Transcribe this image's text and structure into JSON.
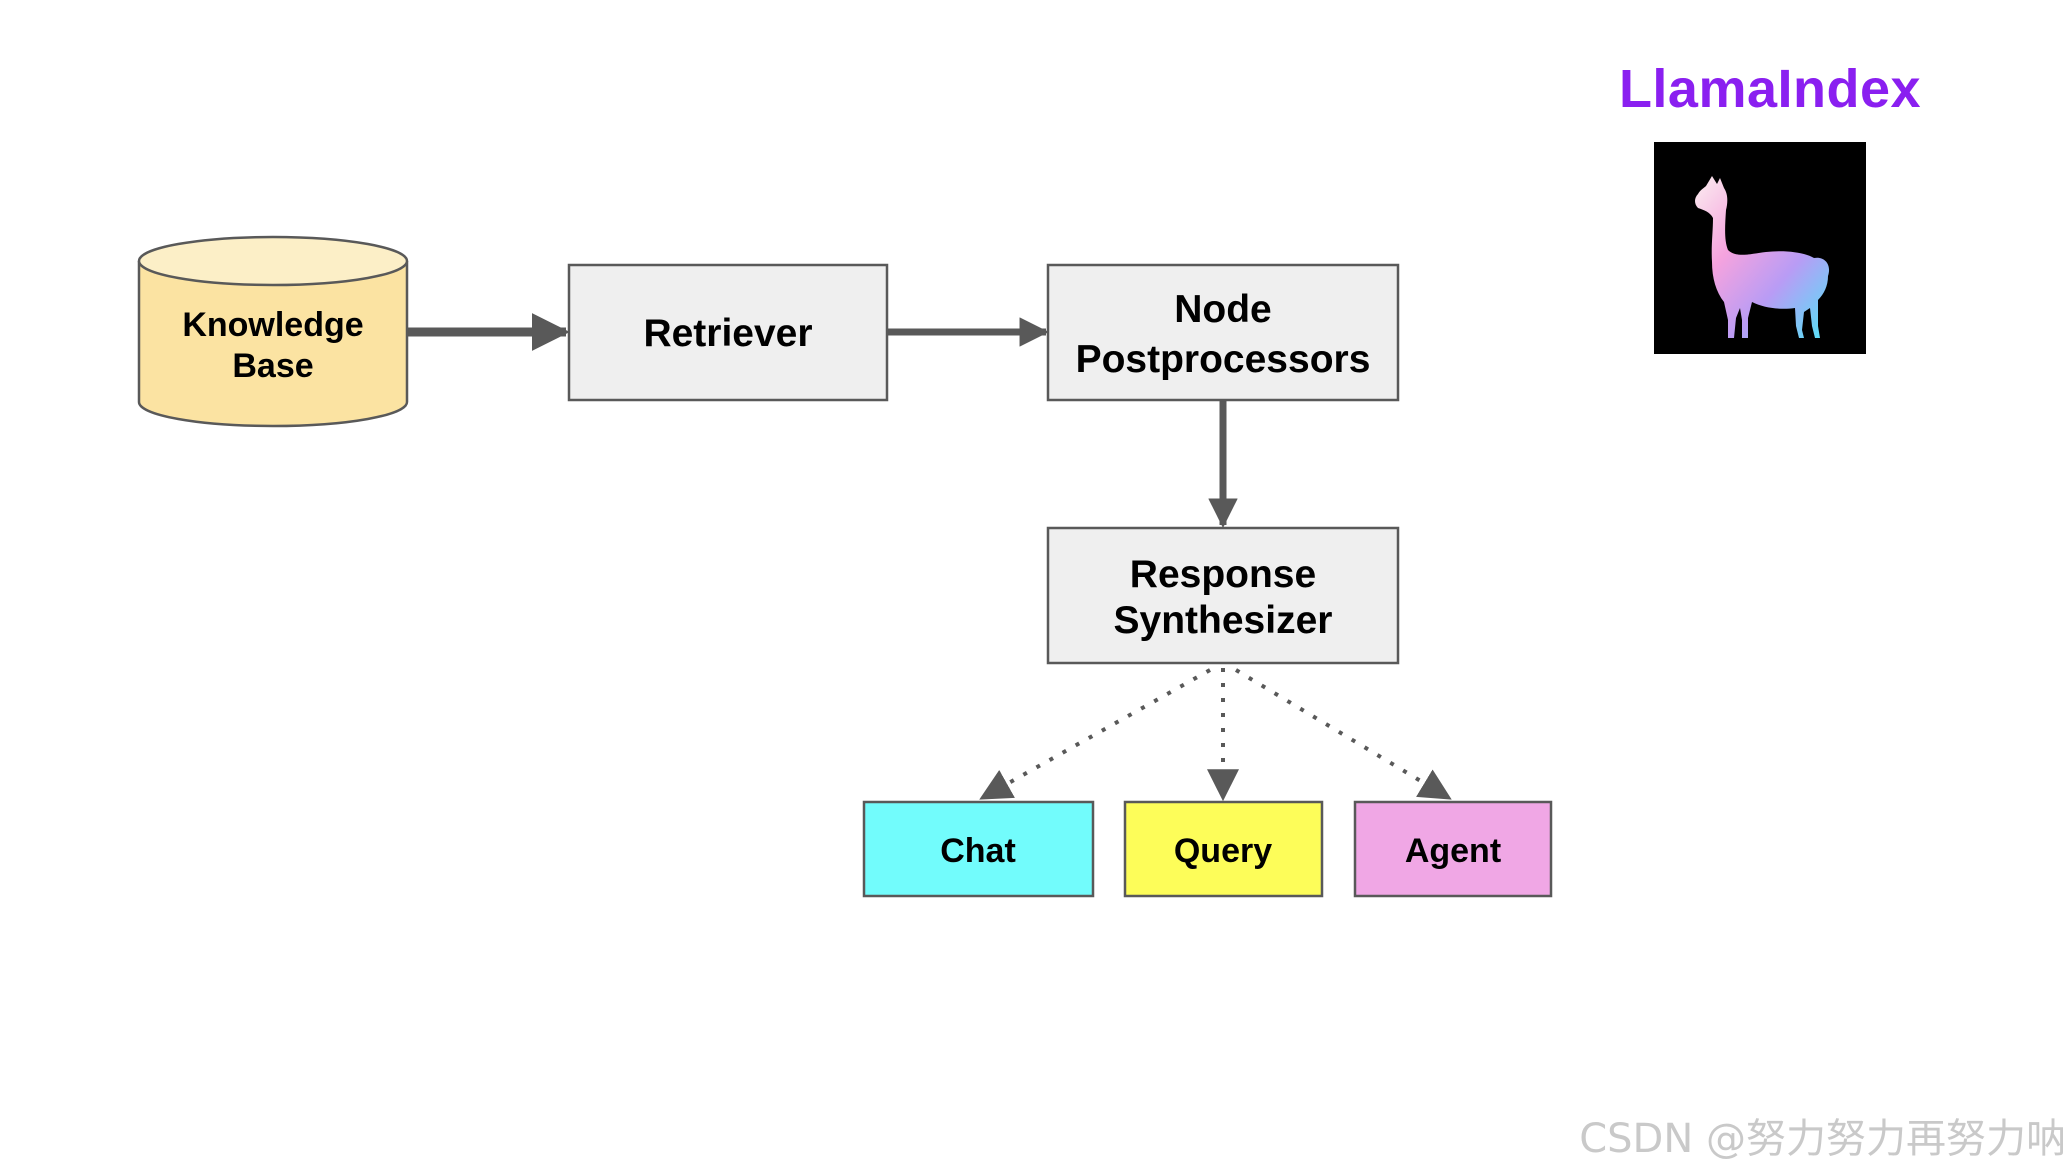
{
  "colors": {
    "box_fill": "#efefef",
    "box_stroke": "#595959",
    "arrow": "#595959",
    "cylinder_fill": "#fbe3a2",
    "cylinder_top": "#fcefc7",
    "chat_fill": "#72fcfc",
    "query_fill": "#fdfd59",
    "agent_fill": "#f0a7e5",
    "brand": "#8a1ff0",
    "logo_bg": "#000000"
  },
  "nodes": {
    "knowledge_base": {
      "line1": "Knowledge",
      "line2": "Base"
    },
    "retriever": {
      "label": "Retriever"
    },
    "node_postprocessors": {
      "line1": "Node",
      "line2": "Postprocessors"
    },
    "response_synthesizer": {
      "line1": "Response",
      "line2": "Synthesizer"
    },
    "chat": {
      "label": "Chat"
    },
    "query": {
      "label": "Query"
    },
    "agent": {
      "label": "Agent"
    }
  },
  "brand": {
    "title": "LlamaIndex",
    "logo_icon": "llama-icon"
  },
  "watermark": "CSDN @努力努力再努力呐"
}
